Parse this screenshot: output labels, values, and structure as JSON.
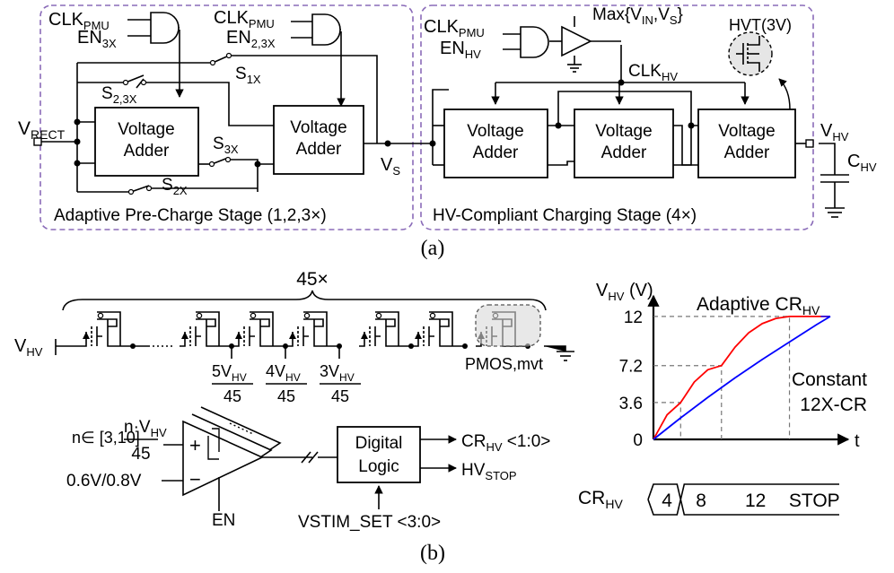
{
  "colors": {
    "stroke": "#000000",
    "dashed_box": "#8a6bb8",
    "gray_text": "#8c8c8c",
    "adaptive": "#ff0000",
    "constant": "#0000ff"
  },
  "top": {
    "left_box_caption": "Adaptive Pre-Charge Stage (1,2,3×)",
    "right_box_caption": "HV-Compliant Charging Stage (4×)",
    "vrect": {
      "main": "V",
      "sub": "RECT"
    },
    "clk_pmu": {
      "main": "CLK",
      "sub": "PMU"
    },
    "en_3x": {
      "main": "EN",
      "sub": "3X"
    },
    "en_23x": {
      "main": "EN",
      "sub": "2,3X"
    },
    "en_hv": {
      "main": "EN",
      "sub": "HV"
    },
    "s1x": {
      "main": "S",
      "sub": "1X"
    },
    "s23x": {
      "main": "S",
      "sub": "2,3X"
    },
    "s3x": {
      "main": "S",
      "sub": "3X"
    },
    "s2x": {
      "main": "S",
      "sub": "2X"
    },
    "vs": {
      "main": "V",
      "sub": "S"
    },
    "max_label": "Max{V_IN,V_S}",
    "clk_hv": {
      "main": "CLK",
      "sub": "HV"
    },
    "hvt": "HVT(3V)",
    "vhv": {
      "main": "V",
      "sub": "HV"
    },
    "chv": {
      "main": "C",
      "sub": "HV"
    },
    "adder_line1": "Voltage",
    "adder_line2": "Adder",
    "label_a": "(a)"
  },
  "bottom": {
    "count_45x": "45×",
    "vhv": {
      "main": "V",
      "sub": "HV"
    },
    "taps": [
      {
        "num": "5V",
        "sub": "HV",
        "den": "45"
      },
      {
        "num": "4V",
        "sub": "HV",
        "den": "45"
      },
      {
        "num": "3V",
        "sub": "HV",
        "den": "45"
      }
    ],
    "pmos_label": "PMOS,mvt",
    "n_range": "n∈ [3,10]",
    "comp_in_num": "n·V",
    "comp_in_sub": "HV",
    "comp_in_den": "45",
    "plus": "+",
    "minus": "−",
    "ref": "0.6V/0.8V",
    "en": "EN",
    "digital_line1": "Digital",
    "digital_line2": "Logic",
    "cr_out": {
      "main": "CR",
      "sub": "HV",
      "tail": " <1:0>"
    },
    "hvstop": {
      "main": "HV",
      "sub": "STOP"
    },
    "vstim": "VSTIM_SET <3:0>",
    "label_b": "(b)"
  },
  "chart_data": {
    "type": "line",
    "ylabel": "V_HV (V)",
    "xlabel": "t",
    "y_ticks": [
      "0",
      "3.6",
      "7.2",
      "12"
    ],
    "ylim": [
      0,
      14
    ],
    "series": [
      {
        "name": "Adaptive CR_HV",
        "color": "#ff0000",
        "x": [
          0,
          1,
          2,
          3,
          4,
          5,
          6,
          7,
          8,
          9,
          10,
          11,
          12,
          13
        ],
        "y": [
          0,
          2.4,
          3.6,
          5.6,
          6.8,
          7.2,
          9.0,
          10.4,
          11.3,
          11.8,
          12,
          12,
          12,
          12
        ]
      },
      {
        "name": "Constant 12X-CR",
        "color": "#0000ff",
        "x": [
          0,
          2,
          4,
          6,
          8,
          10,
          12,
          13
        ],
        "y": [
          0,
          2.1,
          4.1,
          6.0,
          7.8,
          9.5,
          11.2,
          12
        ]
      }
    ],
    "series_labels": {
      "adaptive": {
        "main": "Adaptive CR",
        "sub": "HV"
      },
      "constant_line1": "Constant",
      "constant_line2": "12X-CR"
    },
    "cr_sequence": {
      "label_main": "CR",
      "label_sub": "HV",
      "phases": [
        "4",
        "8",
        "12",
        "STOP"
      ]
    }
  }
}
